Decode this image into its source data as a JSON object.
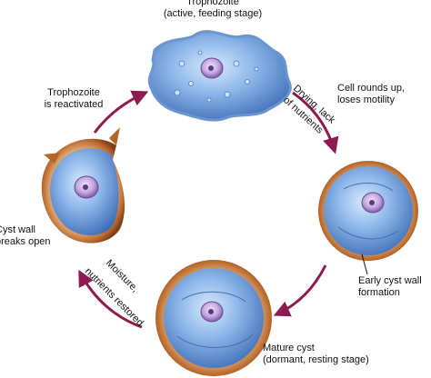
{
  "labels": {
    "trophozoite_title": "Trophozoite",
    "trophozoite_sub": "(active, feeding stage)",
    "reactivated_1": "Trophozoite",
    "reactivated_2": "is reactivated",
    "rounds_1": "Cell rounds up,",
    "rounds_2": "loses motility",
    "arrow_drying_1": "Drying, lack",
    "arrow_drying_2": "of nutrients",
    "cyst_wall_1": "Cyst wall",
    "cyst_wall_2": "breaks open",
    "early_cyst_1": "Early cyst wall",
    "early_cyst_2": "formation",
    "arrow_moisture_1": "Moisture,",
    "arrow_moisture_2": "nutrients restored",
    "mature_1": "Mature cyst",
    "mature_2": "(dormant, resting stage)"
  },
  "colors": {
    "arrow": "#8e1b4f",
    "cell_blue": "#5d8fd0",
    "wall_orange": "#b86a2a",
    "nucleus": "#b79bd6"
  }
}
